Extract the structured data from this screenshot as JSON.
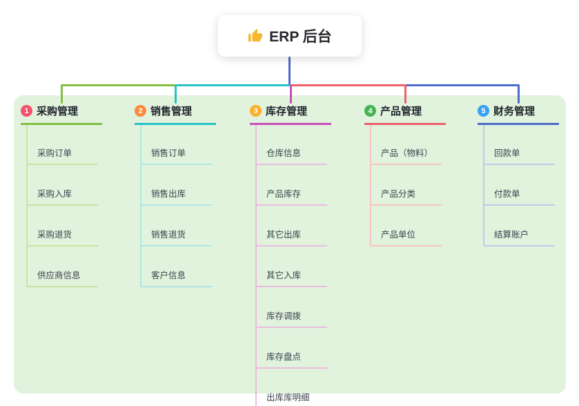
{
  "root": {
    "title": "ERP 后台",
    "icon": "thumbs-up-icon",
    "icon_color": "#f7b731",
    "connector_color": "#4a68c8"
  },
  "board": {
    "background_color": "#e1f2dd",
    "branches": [
      {
        "badge": "1",
        "badge_color": "#f4516c",
        "label": "采购管理",
        "color": "#84bd3f",
        "light_color": "#c9e5a3",
        "children": [
          "采购订单",
          "采购入库",
          "采购退货",
          "供应商信息"
        ]
      },
      {
        "badge": "2",
        "badge_color": "#fb8a3c",
        "label": "销售管理",
        "color": "#25c2c5",
        "light_color": "#aee7e4",
        "children": [
          "销售订单",
          "销售出库",
          "销售退货",
          "客户信息"
        ]
      },
      {
        "badge": "3",
        "badge_color": "#ffae27",
        "label": "库存管理",
        "color": "#c64fb8",
        "light_color": "#e9bce2",
        "children": [
          "仓库信息",
          "产品库存",
          "其它出库",
          "其它入库",
          "库存调拨",
          "库存盘点",
          "出库库明细"
        ]
      },
      {
        "badge": "4",
        "badge_color": "#46b450",
        "label": "产品管理",
        "color": "#ee5f6a",
        "light_color": "#f7c4c6",
        "children": [
          "产品（物料）",
          "产品分类",
          "产品单位"
        ]
      },
      {
        "badge": "5",
        "badge_color": "#38a1f3",
        "label": "财务管理",
        "color": "#4a6bc9",
        "light_color": "#c0cbec",
        "children": [
          "回款单",
          "付款单",
          "结算账户"
        ]
      }
    ]
  }
}
